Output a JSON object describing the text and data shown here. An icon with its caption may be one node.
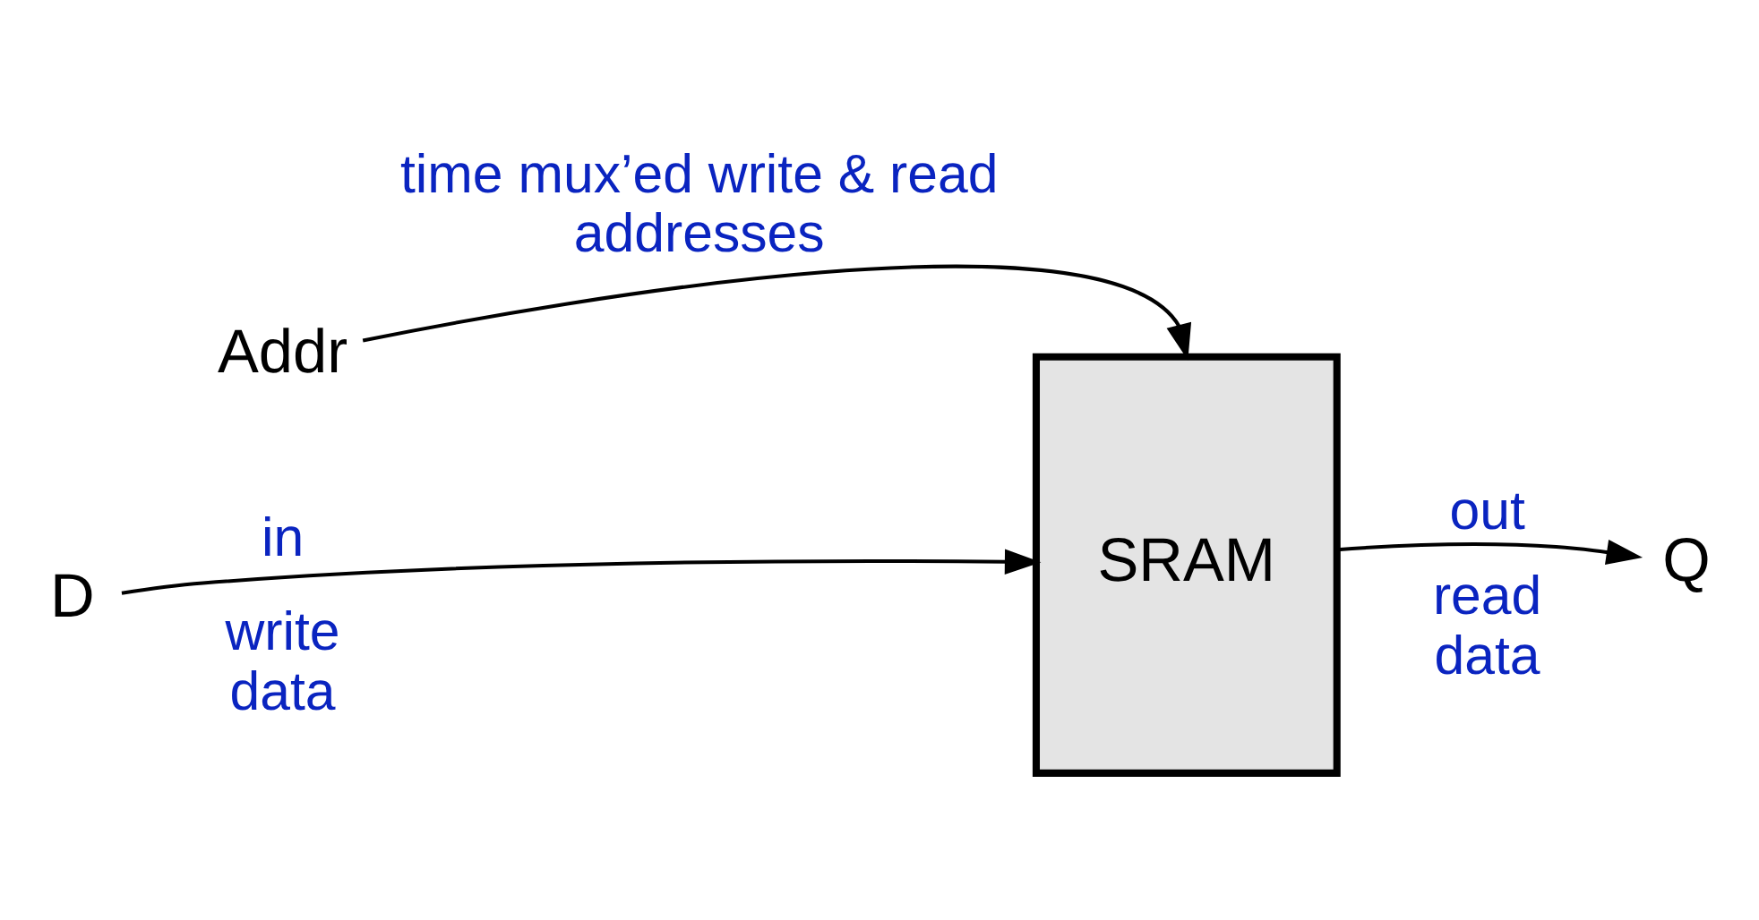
{
  "diagram": {
    "nodes": [
      {
        "text": [
          "Addr"
        ]
      },
      {
        "text": [
          "SRAM"
        ]
      },
      {
        "text": [
          "D"
        ]
      },
      {
        "text": [
          "Q"
        ]
      }
    ],
    "edges": [
      {
        "from": 0,
        "to": 1,
        "arrow": "to",
        "label": "time mux’ed write & read addresses"
      },
      {
        "from": 2,
        "to": 1,
        "arrow": "to",
        "label": "in"
      },
      {
        "from": 1,
        "to": 3,
        "arrow": "to",
        "label": "out"
      }
    ],
    "labels": [
      "write data",
      "read data"
    ]
  }
}
